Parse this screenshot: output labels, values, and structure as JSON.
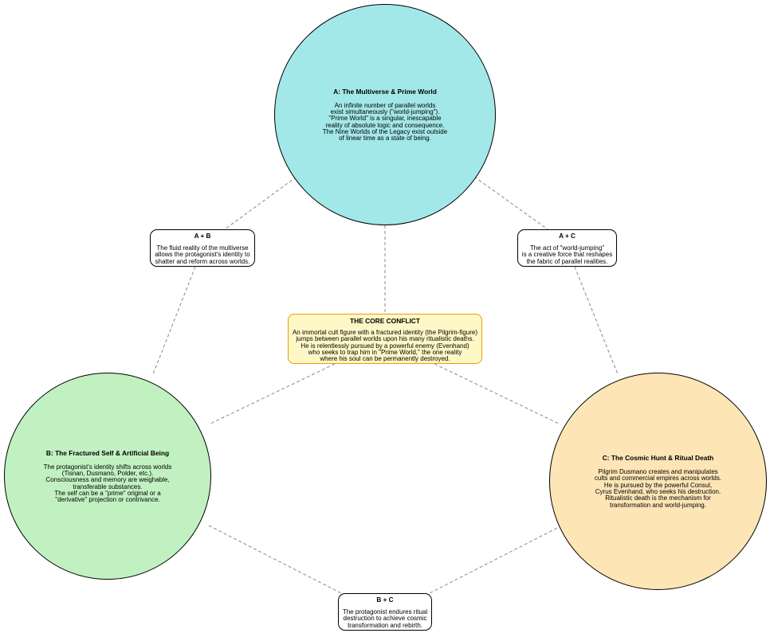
{
  "circles": {
    "a": {
      "title": "A: The Multiverse & Prime World",
      "body": "An infinite number of parallel worlds\nexist simultaneously (\"world-jumping\").\n\"Prime World\" is a singular, inescapable\nreality of absolute logic and consequence.\nThe Nine Worlds of the Legacy exist outside\nof linear time as a state of being.",
      "color": "#a3e8e8"
    },
    "b": {
      "title": "B: The Fractured Self & Artificial Being",
      "body": "The protagonist's identity shifts across worlds\n(Tisnan, Dusmano, Polder, etc.).\nConsciousness and memory are weighable,\ntransferable substances.\nThe self can be a \"prime\" original or a\n\"derivative\" projection or contrivance.",
      "color": "#c1f1c1"
    },
    "c": {
      "title": "C: The Cosmic Hunt & Ritual Death",
      "body": "Pilgrim Dusmano creates and manipulates\ncults and commercial empires across worlds.\nHe is pursued by the powerful Consul,\nCyrus Evenhand, who seeks his destruction.\nRitualistic death is the mechanism for\ntransformation and world-jumping.",
      "color": "#fde5b6"
    }
  },
  "intersections": {
    "ab": {
      "title": "A + B",
      "body": "The fluid reality of the multiverse\nallows the protagonist's identity to\nshatter and reform across worlds."
    },
    "ac": {
      "title": "A + C",
      "body": "The act of \"world-jumping\"\nis a creative force that reshapes\nthe fabric of parallel realities."
    },
    "bc": {
      "title": "B + C",
      "body": "The protagonist endures ritual\ndestruction to achieve cosmic\ntransformation and rebirth."
    }
  },
  "core": {
    "title": "THE CORE CONFLICT",
    "body": "An immortal cult figure with a fractured identity (the Pilgrim-figure)\njumps between parallel worlds upon his many ritualistic deaths.\nHe is relentlessly pursued by a powerful enemy (Evenhand)\nwho seeks to trap him in \"Prime World,\" the one reality\nwhere his soul can be permanently destroyed.",
    "fill": "#fef7c6",
    "border": "#e6a000"
  },
  "connector_color": "#888888"
}
